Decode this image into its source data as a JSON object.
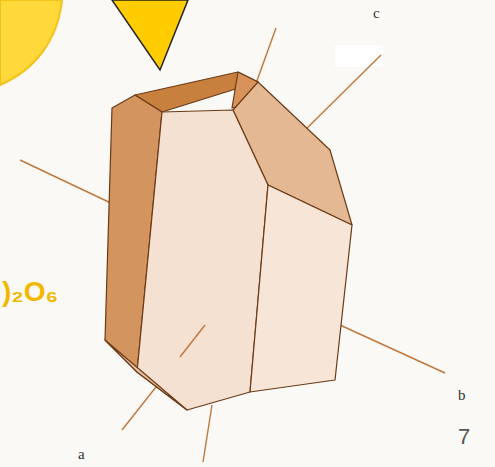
{
  "diagram": {
    "labels": [
      "c",
      ")₂O₆",
      "b",
      "a",
      "7"
    ]
  }
}
